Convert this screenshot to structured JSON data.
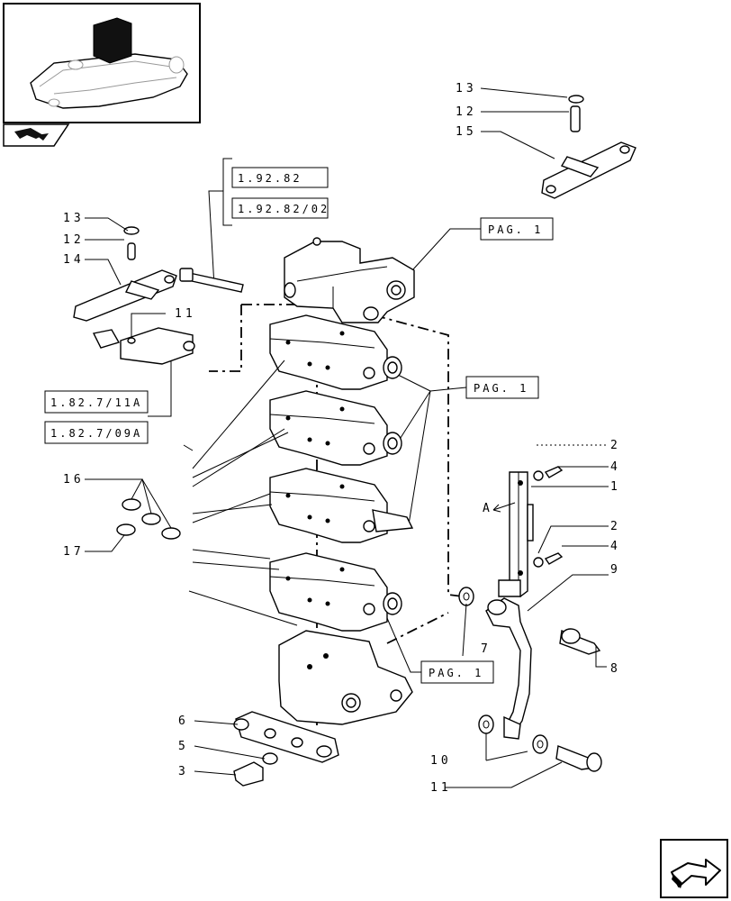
{
  "references": [
    {
      "id": "ref-1-92-82",
      "text": "1.92.82"
    },
    {
      "id": "ref-1-92-82-02",
      "text": "1.92.82/02"
    },
    {
      "id": "ref-1-82-7-11a",
      "text": "1.82.7/11A"
    },
    {
      "id": "ref-1-82-7-09a",
      "text": "1.82.7/09A"
    },
    {
      "id": "ref-pag-1-top",
      "text": "PAG. 1"
    },
    {
      "id": "ref-pag-1-mid",
      "text": "PAG. 1"
    },
    {
      "id": "ref-pag-1-bottom",
      "text": "PAG. 1"
    }
  ],
  "callouts": {
    "c13_left": "13",
    "c12_left": "12",
    "c14": "14",
    "c11_top": "11",
    "c13_right": "13",
    "c12_right": "12",
    "c15": "15",
    "c16": "16",
    "c17": "17",
    "c2_top": "2",
    "c4_top": "4",
    "c1": "1",
    "c2_bottom": "2",
    "c4_bottom": "4",
    "c9": "9",
    "c8": "8",
    "c7": "7",
    "c10": "10",
    "c11_bottom": "11",
    "c6": "6",
    "c5": "5",
    "c3": "3",
    "view_a": "A"
  },
  "icons": {
    "thumbnail": "tractor-lift-assembly-thumbnail",
    "nav_prev": "book-arrow-icon",
    "nav_next": "next-page-arrow-icon"
  }
}
